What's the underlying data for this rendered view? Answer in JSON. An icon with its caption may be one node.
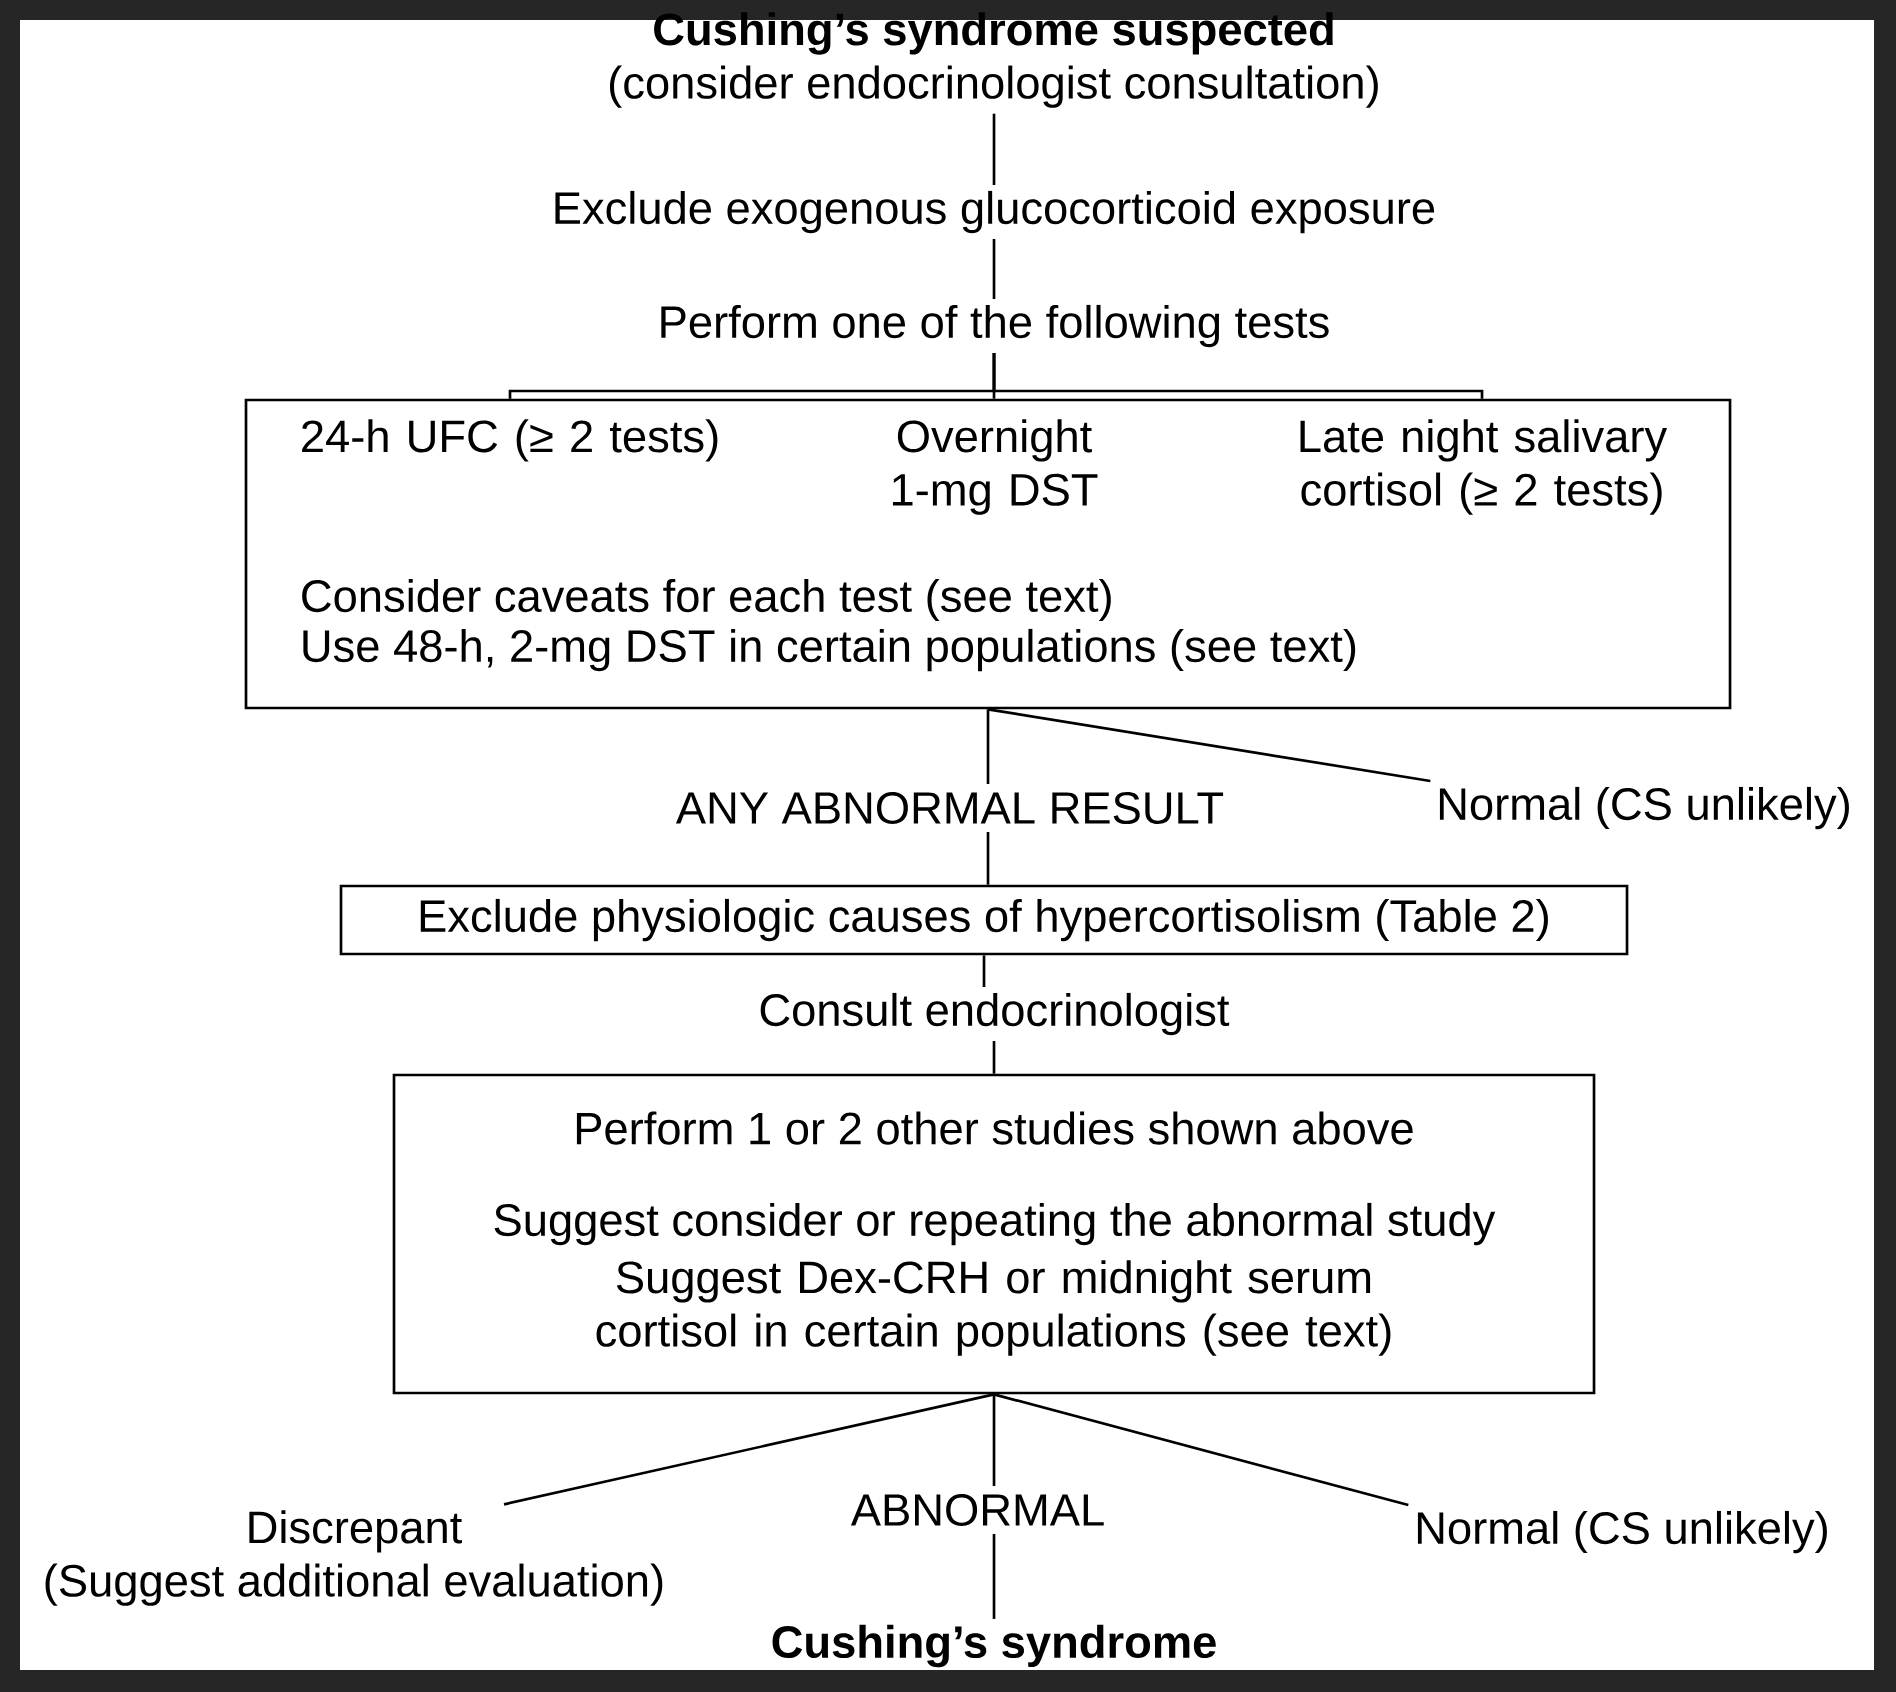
{
  "diagram": {
    "nodes": [
      {
        "text": [
          "Cushing’s syndrome suspected",
          "(consider endocrinologist consultation)"
        ]
      },
      {
        "text": [
          "Exclude exogenous glucocorticoid exposure"
        ]
      },
      {
        "text": [
          "Perform one of the following tests"
        ]
      },
      {
        "text": [
          "Consider caveats for each test (see text)",
          "Use 48-h, 2-mg DST in certain populations (see text)"
        ]
      },
      {
        "text": [
          "24-h UFC (≥ 2 tests)"
        ],
        "in": 3
      },
      {
        "text": [
          "Overnight 1-mg DST"
        ],
        "in": 3
      },
      {
        "text": [
          "Late night salivary cortisol (≥ 2 tests)"
        ],
        "in": 3
      },
      {
        "text": [
          "Normal (CS unlikely)"
        ]
      },
      {
        "text": [
          "Exclude physiologic causes of hypercortisolism (Table 2)"
        ]
      },
      {
        "text": [
          "Consult endocrinologist"
        ]
      },
      {
        "text": [
          "Perform 1 or 2 other studies shown above",
          "Suggest consider or repeating the abnormal study",
          "Suggest Dex-CRH or midnight serum cortisol in certain populations (see text)"
        ]
      },
      {
        "text": [
          "Discrepant",
          "(Suggest additional evaluation)"
        ]
      },
      {
        "text": [
          "Normal (CS unlikely)"
        ]
      },
      {
        "text": [
          "Cushing’s syndrome"
        ]
      }
    ],
    "edges": [
      {
        "from": 0,
        "to": 1,
        "arrow": "none"
      },
      {
        "from": 1,
        "to": 2,
        "arrow": "none"
      },
      {
        "from": 2,
        "to": 4,
        "arrow": "none"
      },
      {
        "from": 2,
        "to": 5,
        "arrow": "none"
      },
      {
        "from": 2,
        "to": 6,
        "arrow": "none"
      },
      {
        "from": 3,
        "to": 8,
        "arrow": "none",
        "label": "ANY ABNORMAL RESULT"
      },
      {
        "from": 3,
        "to": 7,
        "arrow": "none"
      },
      {
        "from": 8,
        "to": 9,
        "arrow": "none"
      },
      {
        "from": 9,
        "to": 10,
        "arrow": "none"
      },
      {
        "from": 10,
        "to": 11,
        "arrow": "none"
      },
      {
        "from": 10,
        "to": 13,
        "arrow": "none",
        "label": "ABNORMAL"
      },
      {
        "from": 10,
        "to": 12,
        "arrow": "none"
      }
    ]
  }
}
